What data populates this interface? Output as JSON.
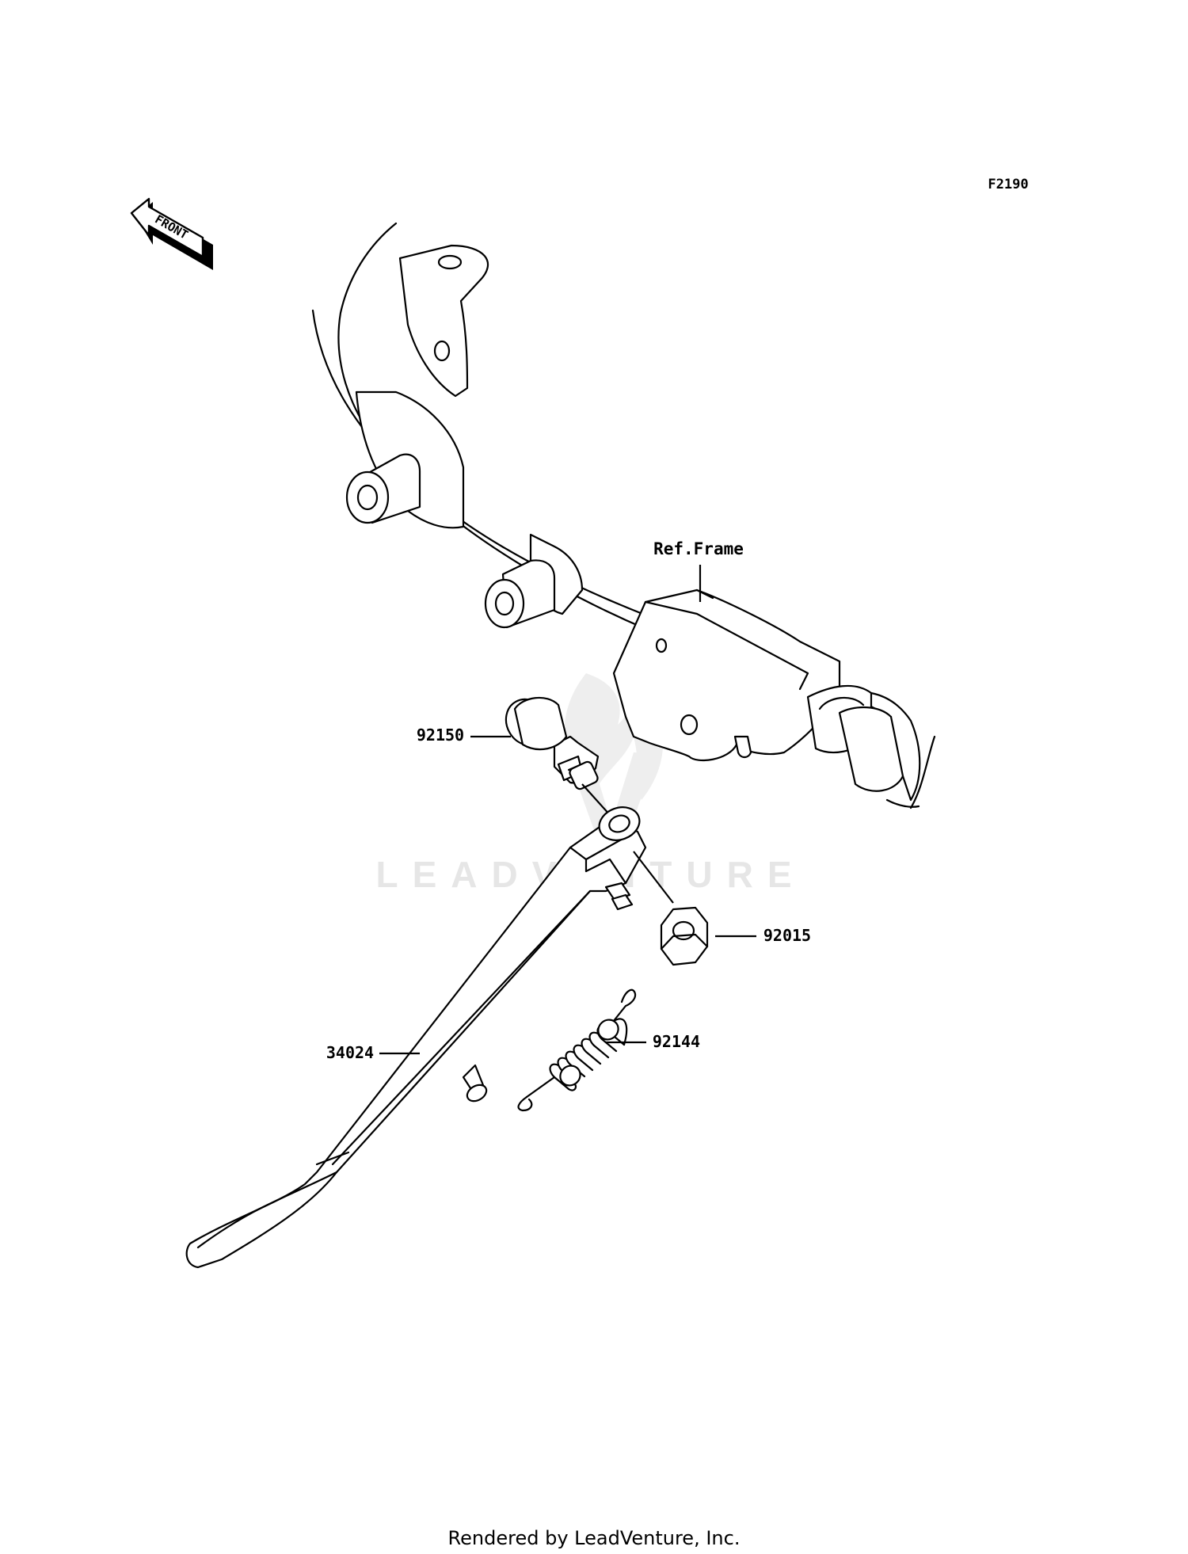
{
  "diagram": {
    "code": "F2190",
    "front_label": "FRONT",
    "ref_frame_label": "Ref.Frame",
    "watermark": "LEADVENTURE",
    "footer": "Rendered by LeadVenture, Inc.",
    "parts": [
      {
        "number": "92150",
        "description": "bolt"
      },
      {
        "number": "92015",
        "description": "nut"
      },
      {
        "number": "92144",
        "description": "spring"
      },
      {
        "number": "34024",
        "description": "side stand"
      }
    ]
  }
}
